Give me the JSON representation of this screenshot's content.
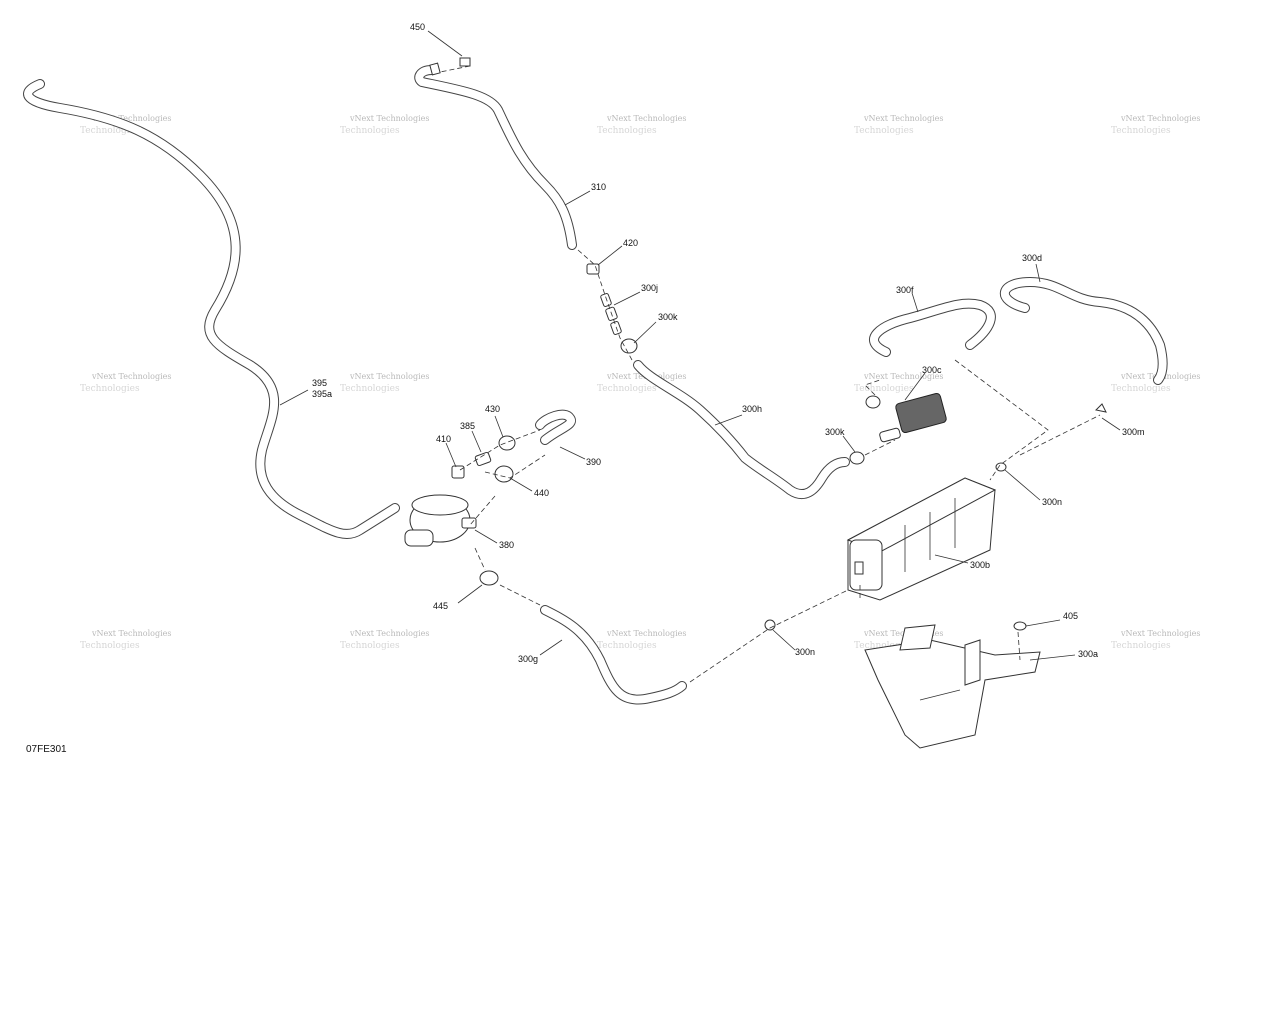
{
  "diagram_code": "07FE301",
  "watermark": {
    "line1": "vNext Technologies",
    "line2": "Technologies"
  },
  "callouts": {
    "p450": "450",
    "p310": "310",
    "p420": "420",
    "p300j": "300j",
    "p300k_top": "300k",
    "p300k_mid": "300k",
    "p395": "395",
    "p395a": "395a",
    "p430": "430",
    "p385": "385",
    "p410": "410",
    "p390": "390",
    "p440": "440",
    "p380": "380",
    "p445": "445",
    "p300g": "300g",
    "p300h": "300h",
    "p300f": "300f",
    "p300d": "300d",
    "p300c": "300c",
    "p300m": "300m",
    "p300n_right": "300n",
    "p300n_left": "300n",
    "p300b": "300b",
    "p405": "405",
    "p300a": "300a"
  }
}
